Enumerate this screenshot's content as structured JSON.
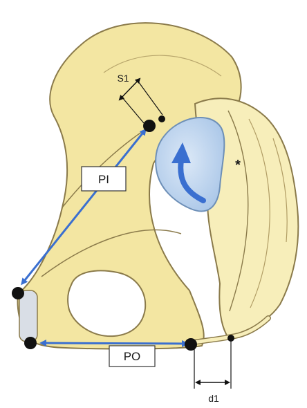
{
  "diagram": {
    "labels": {
      "pi": "PI",
      "po": "PO",
      "s1": "S1",
      "d1": "d1",
      "marker": "*"
    },
    "colors": {
      "bone_fill": "#f3e6a2",
      "bone_outline": "#8a7a4a",
      "sacrum_fill": "#f7eeba",
      "cavity_fill": "#b9d3ee",
      "cavity_outline": "#6d8fb7",
      "arrow_blue": "#3a6fd0",
      "dot": "#111111"
    }
  }
}
